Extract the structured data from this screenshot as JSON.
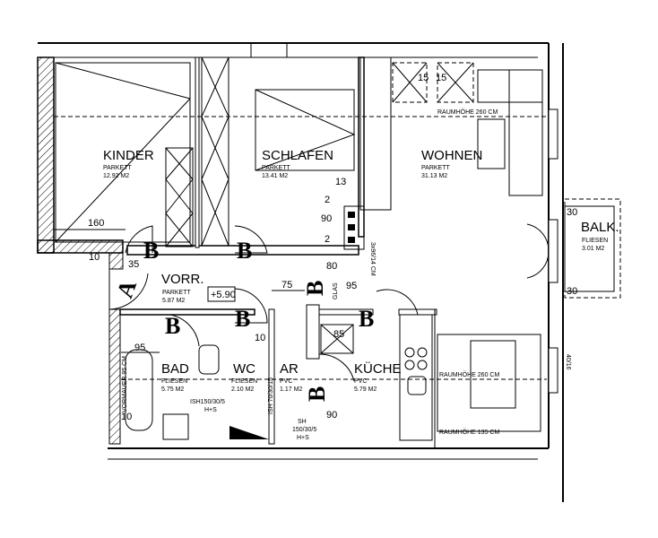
{
  "rooms": {
    "kinder": {
      "name": "KINDER",
      "floor": "PARKETT",
      "area": "12.92 M2"
    },
    "schlafen": {
      "name": "SCHLAFEN",
      "floor": "PARKETT",
      "area": "13.41 M2"
    },
    "wohnen": {
      "name": "WOHNEN",
      "floor": "PARKETT",
      "area": "31.13 M2"
    },
    "balkon": {
      "name": "BALK.",
      "floor": "FLIESEN",
      "area": "3.01 M2"
    },
    "vorraum": {
      "name": "VORR.",
      "floor": "PARKETT",
      "area": "5.87 M2",
      "level": "+5.90"
    },
    "bad": {
      "name": "BAD",
      "floor": "FLIESEN",
      "area": "5.75 M2"
    },
    "wc": {
      "name": "WC",
      "floor": "FLIESEN",
      "area": "2.10 M2"
    },
    "ar": {
      "name": "AR",
      "floor": "PVC",
      "area": "1.17 M2"
    },
    "kueche": {
      "name": "KÜCHE",
      "floor": "PVC",
      "area": "5.79 M2"
    }
  },
  "ceiling_heights": [
    "RAUMHÖHE 260 CM",
    "RAUMHÖHE 260 CM",
    "RAUMHÖHE 135 CM"
  ],
  "dimensions": {
    "d160": "160",
    "d35": "35",
    "d75": "75",
    "d95a": "95",
    "d85": "85",
    "d95b": "95",
    "d15a": "15",
    "d15b": "15",
    "d30a": "30",
    "d30b": "30",
    "d90a": "90",
    "d13": "13",
    "d2a": "2",
    "d2b": "2",
    "d80": "80",
    "d10a": "10",
    "d10b": "10",
    "d10c": "10",
    "d90b": "90"
  },
  "notes": {
    "vormauer": "VORMAUER 95 CM",
    "ish_bad": "ISH150/30/5",
    "ish_bad_hs": "H+S",
    "ish_wc": "ISH 70/30/15",
    "sh_ar": "SH",
    "sh_ar2": "150/30/5",
    "sh_ar_hs": "H+S",
    "glas": "GLAS",
    "shaft": "3x96/14 CM",
    "window_right": "40/16"
  },
  "markers": {
    "b": "B",
    "a": "A"
  }
}
